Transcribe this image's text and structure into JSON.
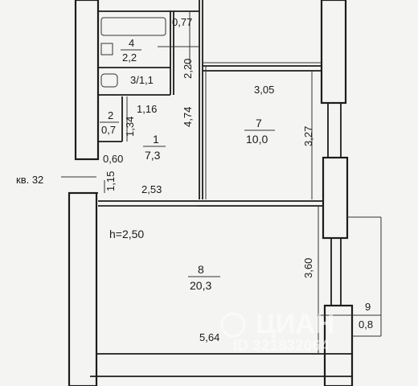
{
  "apartment_label": "кв. 32",
  "ceiling_height": "h=2,50",
  "rooms": [
    {
      "number": "1",
      "area": "7,3"
    },
    {
      "number": "2",
      "area": "0,7"
    },
    {
      "number": "3/1,1",
      "area": ""
    },
    {
      "number": "4",
      "area": "2,2"
    },
    {
      "number": "7",
      "area": "10,0"
    },
    {
      "number": "8",
      "area": "20,3"
    },
    {
      "number": "9",
      "area": "0,8"
    }
  ],
  "dimensions": {
    "d_077": "0,77",
    "d_220": "2,20",
    "d_305": "3,05",
    "d_116": "1,16",
    "d_474": "4,74",
    "d_134": "1,34",
    "d_327": "3,27",
    "d_060": "0,60",
    "d_115": "1,15",
    "d_253": "2,53",
    "d_360": "3,60",
    "d_564": "5,64"
  },
  "watermark": {
    "brand": "ЦИАН",
    "id_text": "ID 321832064"
  }
}
